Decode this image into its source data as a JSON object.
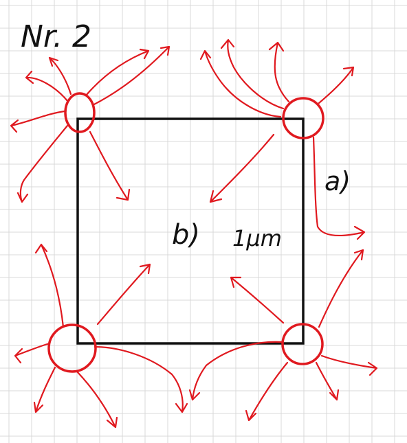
{
  "title": "Nr. 2",
  "labels": {
    "a": "a)",
    "b": "b)",
    "side_length": "1µm"
  },
  "colors": {
    "ink": "#111111",
    "field": "#e0191f",
    "grid": "#d9d9d9",
    "paper": "#ffffff"
  }
}
